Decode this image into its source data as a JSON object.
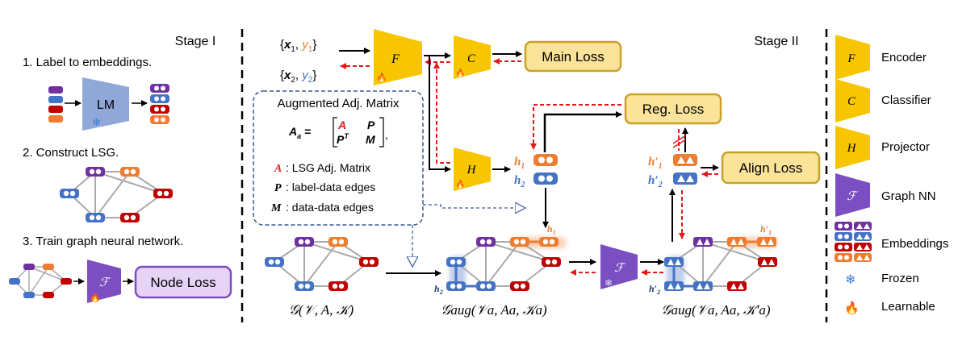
{
  "stage1": {
    "title": "Stage I",
    "step1": "1. Label to embeddings.",
    "lm": "LM",
    "step2": "2. Construct LSG.",
    "step3": "3. Train graph neural network.",
    "node_loss": "Node Loss"
  },
  "stage2": {
    "title": "Stage II",
    "x1": "x",
    "x1_sub": "1",
    "y1": "y",
    "y1_sub": "1",
    "x2": "x",
    "x2_sub": "2",
    "y2": "y",
    "y2_sub": "2",
    "encoder_letter": "F",
    "classifier_letter": "C",
    "projector_letter": "H",
    "gnn_letter": "ℱ",
    "main_loss": "Main Loss",
    "reg_loss": "Reg. Loss",
    "align_loss": "Align Loss",
    "h": "h",
    "h1_sub": "1",
    "h2_sub": "2",
    "h_prime": "h′",
    "aug_box": {
      "title": "Augmented Adj. Matrix",
      "matrix_lhs": "A",
      "matrix_lhs_sub": "a",
      "m_A": "A",
      "m_P": "P",
      "m_PT": "P",
      "m_PT_sup": "T",
      "m_M": "M",
      "legend_A_sym": "A",
      "legend_A": ": LSG Adj. Matrix",
      "legend_P_sym": "P",
      "legend_P": ": label-data edges",
      "legend_M_sym": "M",
      "legend_M": ": data-data edges"
    },
    "graph_label_1": "𝒢(𝒱, A, 𝒦)",
    "graph_label_2": "𝒢aug(𝒱a, Aa, 𝒦a)",
    "graph_label_3": "𝒢aug(𝒱a, Aa, 𝒦′a)"
  },
  "legend": {
    "encoder": "Encoder",
    "classifier": "Classifier",
    "projector": "Projector",
    "gnn": "Graph NN",
    "embeddings": "Embeddings",
    "frozen": "Frozen",
    "learnable": "Learnable"
  },
  "colors": {
    "yellow": "#f7c600",
    "loss_fill": "#fbe39a",
    "loss_border": "#c9a227",
    "purple": "#7b4ec1",
    "purple_light": "#e7d3f5",
    "red_arrow": "#e31b1b",
    "blue_dashed": "#3a5a99",
    "lm_blue": "#8fa8d8",
    "emb_purple": "#7030a0",
    "emb_blue": "#4472c4",
    "emb_red": "#c00000",
    "emb_orange": "#ed7d31",
    "text_red": "#e31b1b",
    "text_orange": "#ed7d31",
    "text_blue": "#4472c4"
  }
}
